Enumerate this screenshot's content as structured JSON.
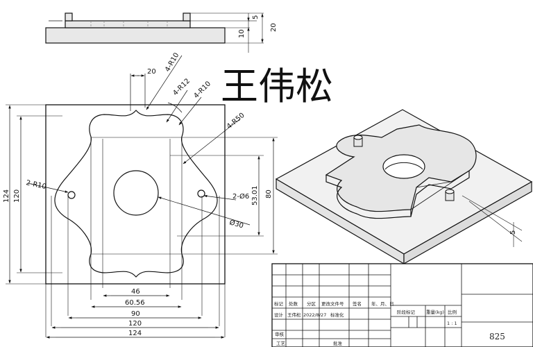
{
  "watermark_name": "王伟松",
  "colors": {
    "line": "#111111",
    "part_face": "#ebebeb",
    "part_top": "#d9d9d9",
    "hidden_face": "#f0f0f0"
  },
  "side_view": {
    "dims": [
      "5",
      "10",
      "20"
    ]
  },
  "front_view": {
    "top_dims": [
      "20",
      "4-R10",
      "4-R12",
      "4-R10",
      "4-R50"
    ],
    "left_dims": [
      "124",
      "120"
    ],
    "right_dims": [
      "80",
      "53.01"
    ],
    "callouts": [
      "2-R10",
      "2-Ø6",
      "Ø30"
    ],
    "bottom_dims": [
      "46",
      "60.56",
      "90",
      "120",
      "124"
    ]
  },
  "iso_view": {
    "dims": [
      "5"
    ]
  },
  "title_block": {
    "row_labels": [
      "标记",
      "处数",
      "分区",
      "更改文件号",
      "签名",
      "年、月、日"
    ],
    "design_row": [
      "设计",
      "王伟松",
      "2022/8/27",
      "标准化"
    ],
    "stage_label": "阶段标记",
    "weight_label": "重量(kg)",
    "scale_label": "比例",
    "scale_value": "1 : 1",
    "review_label": "审核",
    "process_label": "工艺",
    "approve_label": "批准",
    "number": "825"
  }
}
